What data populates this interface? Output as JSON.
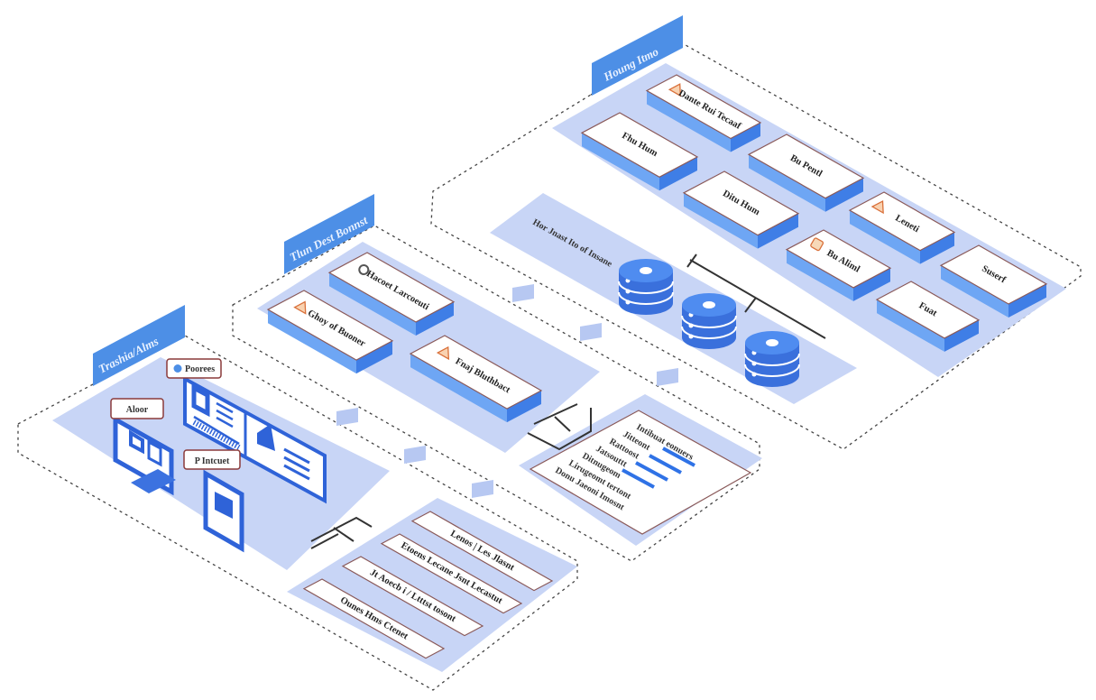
{
  "zones": {
    "client": {
      "tab": "Trashia/Alms"
    },
    "service": {
      "tab": "Tlun Dest Bonnst"
    },
    "data": {
      "tab": "Houng Itmo",
      "db_label": "Hor Jnast Ito of Insane"
    }
  },
  "data_boxes": [
    {
      "label": "Dante Rui Tecaaf",
      "icon": "warning-icon"
    },
    {
      "label": "Fhu Hum"
    },
    {
      "label": "Bu Pentl"
    },
    {
      "label": "Ditu Hum"
    },
    {
      "label": "Leneti",
      "icon": "warning-icon"
    },
    {
      "label": "Bu Aliml",
      "icon": "document-icon"
    },
    {
      "label": "Suserf"
    },
    {
      "label": "Fuat"
    }
  ],
  "service_boxes": [
    {
      "label": "Hacoet Larcoeuti",
      "icon": "gear-icon"
    },
    {
      "label": "Ghoy of Buoner",
      "icon": "warning-icon"
    },
    {
      "label": "Fnaj Bluthbact",
      "icon": "paper-plane-icon"
    }
  ],
  "client_devices": {
    "desktop_label": "Aloor",
    "screen_label": "Poorees",
    "mobile_label": "P Intcuet"
  },
  "doc_panel": {
    "lines": [
      "Intibuat eonuers",
      "Jitteont",
      "Rattoost",
      "Jatsouttt",
      "Ditnugeom",
      "Lirugeomt tertont",
      "Donu Jaeoni Imosnt"
    ]
  },
  "list_panel": {
    "rows": [
      "Lenos | Les Jlasnt",
      "Etoens Lecane Jsnt Lecastut",
      "Jt Aoecb i / Ltttst tosont",
      "Ounes Hms Ctenet"
    ]
  },
  "colors": {
    "accent": "#4d8fe6",
    "dark_blue": "#2f63d8",
    "plate": "#c8d5f6",
    "icon_orange": "#e8894a"
  }
}
